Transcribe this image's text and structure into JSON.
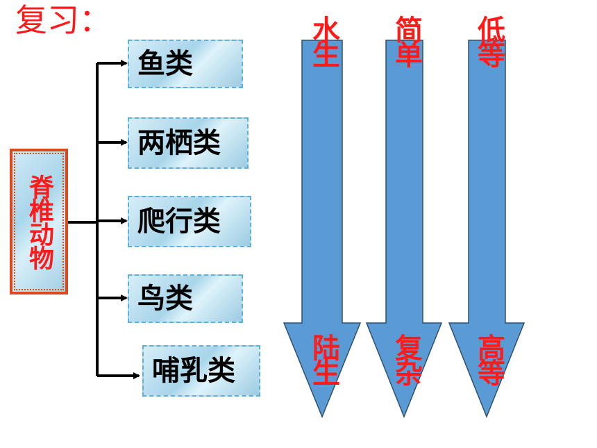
{
  "title": "复习：",
  "root": "脊椎动物",
  "classes": [
    "鱼类",
    "两栖类",
    "爬行类",
    "鸟类",
    "哺乳类"
  ],
  "arrows": [
    {
      "top": "水生",
      "bottom": "陆生"
    },
    {
      "top": "简单",
      "bottom": "复杂"
    },
    {
      "top": "低等",
      "bottom": "高等"
    }
  ],
  "colors": {
    "accent_red": "#ff1a1a",
    "arrow_fill": "#5b9bd5",
    "arrow_stroke": "#2f4f6f",
    "box_fill": "#a8d5ea"
  }
}
